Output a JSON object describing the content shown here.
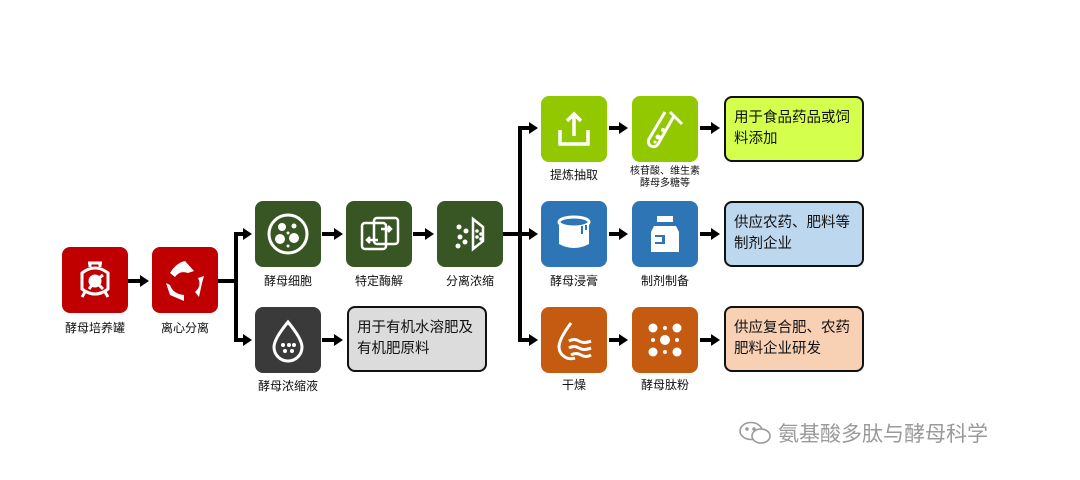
{
  "steps": {
    "tank": "酵母培养罐",
    "centrifuge": "离心分离",
    "cells": "酵母细胞",
    "enzyme": "特定酶解",
    "concentrate": "分离浓缩",
    "liquid": "酵母浓缩液",
    "extract": "提炼抽取",
    "nucleotide_1": "核苷酸、维生素",
    "nucleotide_2": "酵母多糖等",
    "paste": "酵母浸膏",
    "formulation": "制剂制备",
    "dry": "干燥",
    "peptide": "酵母肽粉"
  },
  "outcomes": {
    "fertilizer_raw": [
      "用于有机水溶肥及",
      "有机肥原料"
    ],
    "food": [
      "用于食品药品或饲",
      "料添加"
    ],
    "agrochem": [
      "供应农药、肥料等",
      "制剂企业"
    ],
    "compound": [
      "供应复合肥、农药",
      "肥料企业研发"
    ]
  },
  "watermark": "氨基酸多肽与酵母科学",
  "colors": {
    "red": "#c00000",
    "green": "#375623",
    "dark": "#3a3a3a",
    "lime": "#92c800",
    "blue": "#2e75b6",
    "orange": "#c55a11"
  }
}
